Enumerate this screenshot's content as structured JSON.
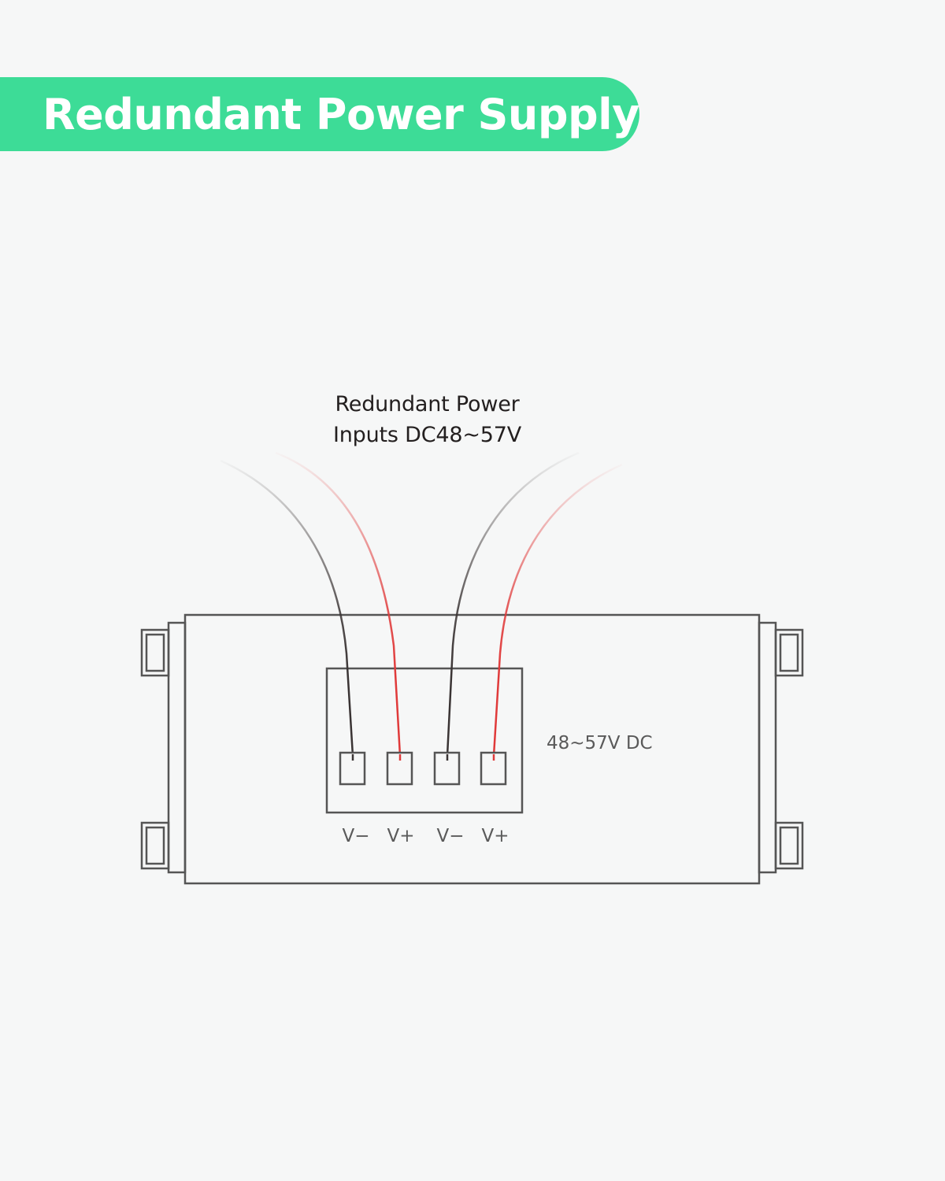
{
  "banner": {
    "title": "Redundant Power Supply",
    "color": "#3ddc97"
  },
  "caption": {
    "line1": "Redundant Power",
    "line2": "Inputs DC48~57V"
  },
  "device": {
    "voltage_label": "48~57V DC",
    "terminals": [
      {
        "label": "V−",
        "wire_color": "#3a3434"
      },
      {
        "label": "V+",
        "wire_color": "#e03a3a"
      },
      {
        "label": "V−",
        "wire_color": "#3a3434"
      },
      {
        "label": "V+",
        "wire_color": "#e03a3a"
      }
    ]
  }
}
